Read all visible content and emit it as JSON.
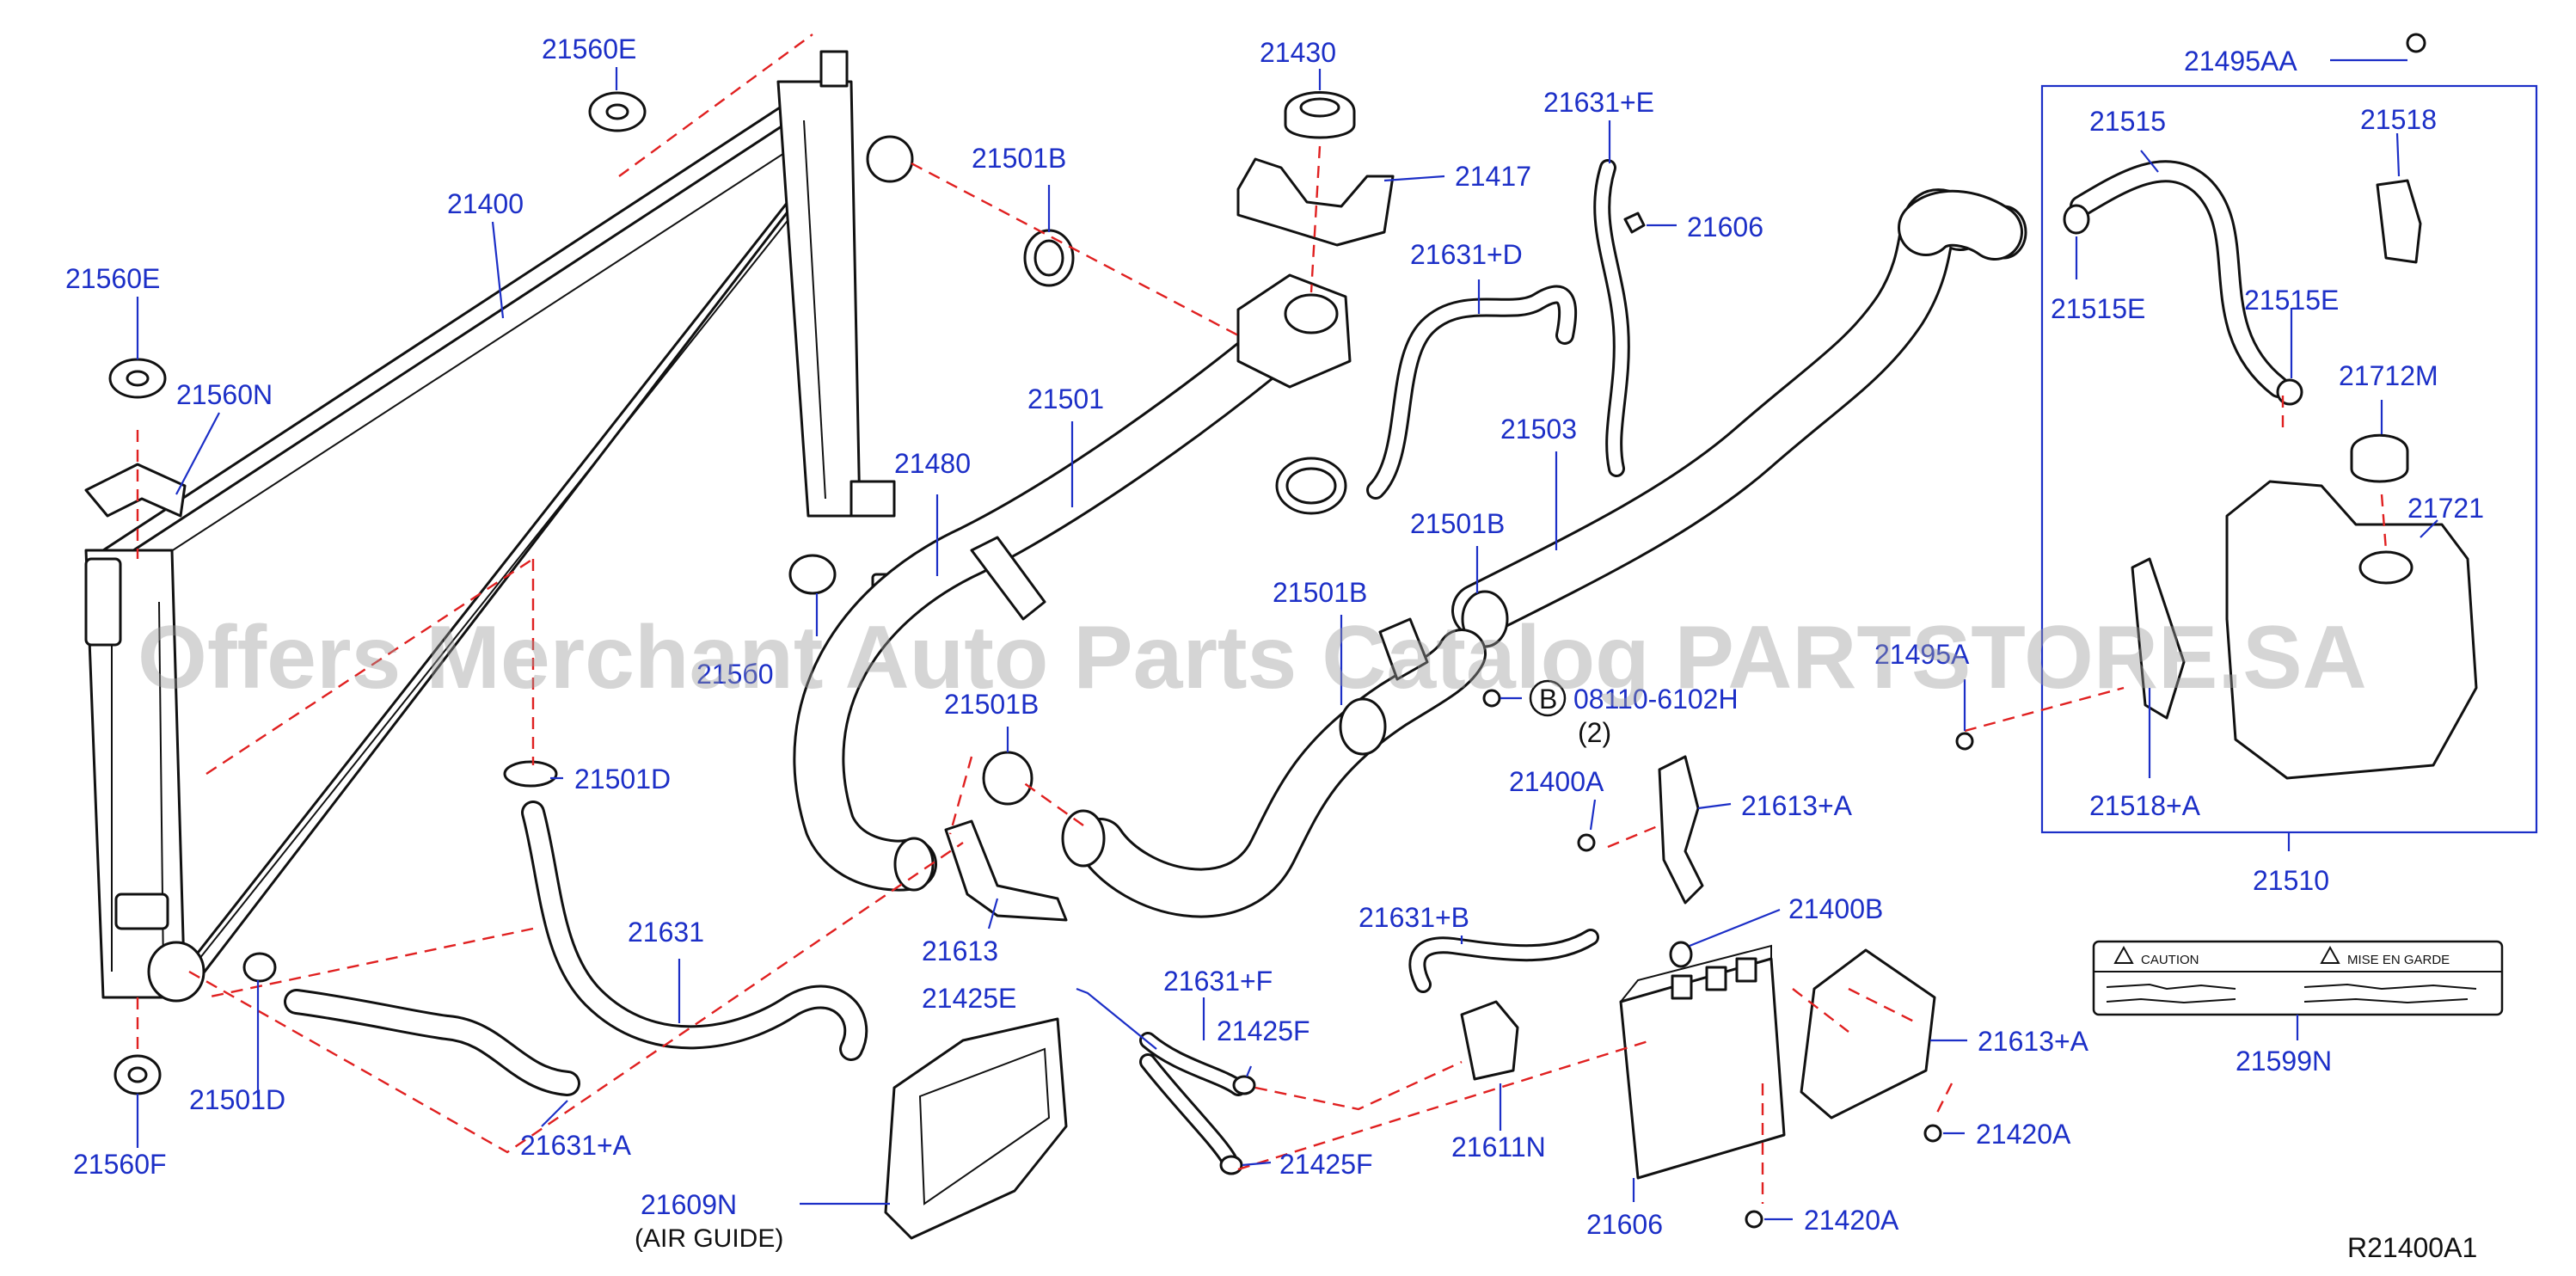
{
  "callouts": {
    "p21560E_top": "21560E",
    "p21560E_left": "21560E",
    "p21560N": "21560N",
    "p21400": "21400",
    "p21480": "21480",
    "p21560_mid": "215б0",
    "p21501D_a": "21501D",
    "p21501D_b": "21501D",
    "p21560F": "21560F",
    "p21631": "21631",
    "p21631A": "21631+A",
    "p21430": "21430",
    "p21417": "21417",
    "p21501B_a": "21501B",
    "p21501B_b": "21501B",
    "p21501B_c": "21501B",
    "p21501B_d": "21501B",
    "p21501": "21501",
    "p21631D": "21631+D",
    "p21631E": "21631+E",
    "p21606_top": "21606",
    "p21503": "21503",
    "p21613": "21613",
    "p21425E": "21425E",
    "p21609N": "21609N",
    "p21631F": "21631+F",
    "p21425F_a": "21425F",
    "p21425F_b": "21425F",
    "p21631B": "21631+B",
    "p21611N": "21611N",
    "p21606_bot": "21606",
    "p21400A": "21400A",
    "p21613A_a": "21613+A",
    "p21613A_b": "21613+A",
    "p21400B": "21400B",
    "p21420A_a": "21420A",
    "p21420A_b": "21420A",
    "p21495AA": "21495AA",
    "p21495A": "21495A",
    "p21515": "21515",
    "p21518": "21518",
    "p21515E_a": "21515E",
    "p21515E_b": "21515E",
    "p21712M": "21712M",
    "p21721": "21721",
    "p21518A": "21518+A",
    "p21510": "21510",
    "p21599N": "21599N",
    "bolt_ref": "08110-6102H"
  },
  "notes": {
    "air_guide": "(AIR   GUIDE)",
    "bolt_marker": "B",
    "bolt_qty": "(2)"
  },
  "caution_label": {
    "left_title": "CAUTION",
    "right_title": "MISE   EN   GARDE"
  },
  "diagram_ref": "R21400A1",
  "watermark": "Offers Merchant Auto Parts Catalog PARTSTORE.SA",
  "colors": {
    "callout_text": "#1c2fc7",
    "dashed_leader": "#e02020",
    "line_art": "#111111"
  }
}
